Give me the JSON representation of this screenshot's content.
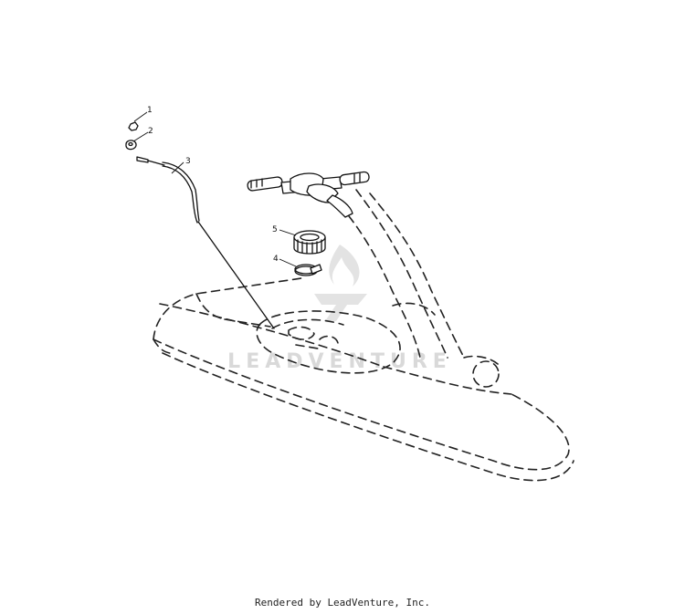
{
  "callouts": [
    {
      "number": "1"
    },
    {
      "number": "2"
    },
    {
      "number": "3"
    },
    {
      "number": "4"
    },
    {
      "number": "5"
    }
  ],
  "watermark": {
    "text": "LEADVENTURE"
  },
  "footer": {
    "text": "Rendered by LeadVenture, Inc."
  }
}
